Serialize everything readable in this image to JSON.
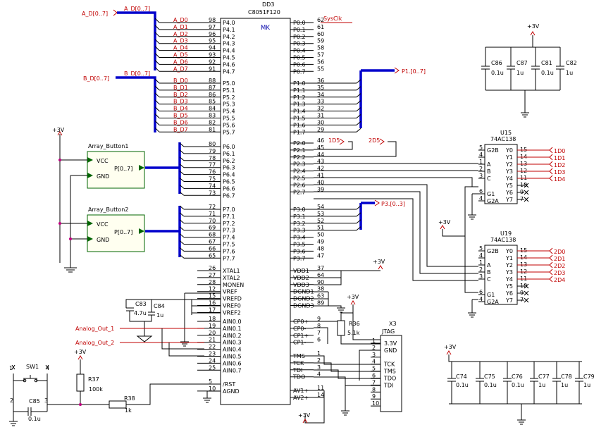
{
  "mcu": {
    "ref": "DD3",
    "part": "C8051F120",
    "mk": "MK",
    "left_pins": [
      [
        "P4.0",
        "98"
      ],
      [
        "P4.1",
        "97"
      ],
      [
        "P4.2",
        "96"
      ],
      [
        "P4.3",
        "95"
      ],
      [
        "P4.4",
        "94"
      ],
      [
        "P4.5",
        "93"
      ],
      [
        "P4.6",
        "92"
      ],
      [
        "P4.7",
        "91"
      ],
      [
        "P5.0",
        "88"
      ],
      [
        "P5.1",
        "87"
      ],
      [
        "P5.2",
        "86"
      ],
      [
        "P5.3",
        "85"
      ],
      [
        "P5.4",
        "84"
      ],
      [
        "P5.5",
        "83"
      ],
      [
        "P5.6",
        "82"
      ],
      [
        "P5.7",
        "81"
      ],
      [
        "P6.0",
        "80"
      ],
      [
        "P6.1",
        "79"
      ],
      [
        "P6.2",
        "78"
      ],
      [
        "P6.3",
        "77"
      ],
      [
        "P6.4",
        "76"
      ],
      [
        "P6.5",
        "75"
      ],
      [
        "P6.6",
        "74"
      ],
      [
        "P6.7",
        "73"
      ],
      [
        "P7.0",
        "72"
      ],
      [
        "P7.1",
        "71"
      ],
      [
        "P7.2",
        "70"
      ],
      [
        "P7.3",
        "69"
      ],
      [
        "P7.4",
        "68"
      ],
      [
        "P7.5",
        "67"
      ],
      [
        "P7.6",
        "66"
      ],
      [
        "P7.7",
        "65"
      ],
      [
        "XTAL1",
        "26"
      ],
      [
        "XTAL2",
        "27"
      ],
      [
        "MONEN",
        "28"
      ],
      [
        "VREF",
        "12"
      ],
      [
        "VREFD",
        "15"
      ],
      [
        "VREF0",
        "16"
      ],
      [
        "VREF2",
        "17"
      ],
      [
        "AIN0.0",
        "18"
      ],
      [
        "AIN0.1",
        "19"
      ],
      [
        "AIN0.2",
        "20"
      ],
      [
        "AIN0.3",
        "21"
      ],
      [
        "AIN0.4",
        "22"
      ],
      [
        "AIN0.5",
        "23"
      ],
      [
        "AIN0.6",
        "24"
      ],
      [
        "AIN0.7",
        "25"
      ],
      [
        "/RST",
        "5"
      ],
      [
        "AGND",
        "10"
      ]
    ],
    "right_pins": [
      [
        "P0.0",
        "62"
      ],
      [
        "P0.1",
        "61"
      ],
      [
        "P0.2",
        "60"
      ],
      [
        "P0.3",
        "59"
      ],
      [
        "P0.4",
        "58"
      ],
      [
        "P0.5",
        "57"
      ],
      [
        "P0.6",
        "56"
      ],
      [
        "P0.7",
        "55"
      ],
      [
        "P1.0",
        "36"
      ],
      [
        "P1.1",
        "35"
      ],
      [
        "P1.2",
        "34"
      ],
      [
        "P1.3",
        "33"
      ],
      [
        "P1.4",
        "32"
      ],
      [
        "P1.5",
        "31"
      ],
      [
        "P1.6",
        "30"
      ],
      [
        "P1.7",
        "29"
      ],
      [
        "P2.0",
        "46"
      ],
      [
        "P2.1",
        "45"
      ],
      [
        "P2.2",
        "44"
      ],
      [
        "P2.3",
        "43"
      ],
      [
        "P2.4",
        "42"
      ],
      [
        "P2.5",
        "41"
      ],
      [
        "P2.6",
        "40"
      ],
      [
        "P2.7",
        "39"
      ],
      [
        "P3.0",
        "54"
      ],
      [
        "P3.1",
        "53"
      ],
      [
        "P3.2",
        "52"
      ],
      [
        "P3.3",
        "51"
      ],
      [
        "P3.4",
        "50"
      ],
      [
        "P3.5",
        "49"
      ],
      [
        "P3.6",
        "48"
      ],
      [
        "P3.7",
        "47"
      ],
      [
        "VDD1",
        "37"
      ],
      [
        "VDD2",
        "64"
      ],
      [
        "VDD3",
        "90"
      ],
      [
        "DGND1",
        "38"
      ],
      [
        "DGND2",
        "63"
      ],
      [
        "DGND3",
        "89"
      ],
      [
        "CP0+",
        "9"
      ],
      [
        "CP0-",
        "8"
      ],
      [
        "CP1+",
        "7"
      ],
      [
        "CP1-",
        "6"
      ],
      [
        "TMS",
        "1"
      ],
      [
        "TCK",
        "2"
      ],
      [
        "TDI",
        "3"
      ],
      [
        "TDO",
        "4"
      ],
      [
        "AV1+",
        "11"
      ],
      [
        "AV2+",
        "14"
      ]
    ]
  },
  "nets": {
    "ad_bus": "A_D[0..7]",
    "bd_bus": "B_D[0..7]",
    "ad_pins": [
      "A_D0",
      "A_D1",
      "A_D2",
      "A_D3",
      "A_D4",
      "A_D5",
      "A_D6",
      "A_D7"
    ],
    "bd_pins": [
      "B_D0",
      "B_D1",
      "B_D2",
      "B_D3",
      "B_D4",
      "B_D5",
      "B_D6",
      "B_D7"
    ],
    "sysclk": "SysClk",
    "p1_port": "P1.[0..7]",
    "p3_port": "P3.[0..3]",
    "d1": "1D5",
    "d2": "2D5",
    "analog_out_1": "Analog_Out_1",
    "analog_out_2": "Analog_Out_2",
    "vcc": "+3V"
  },
  "buttons": [
    {
      "title": "Array_Button1",
      "vcc": "VCC",
      "gnd": "GND",
      "port": "P[0..7]"
    },
    {
      "title": "Array_Button2",
      "vcc": "VCC",
      "gnd": "GND",
      "port": "P[0..7]"
    }
  ],
  "decoders": [
    {
      "ref": "U15",
      "part": "74AC138",
      "inputs": [
        [
          "G2B",
          "5"
        ],
        [
          "",
          "4"
        ],
        [
          "A",
          "1"
        ],
        [
          "B",
          "2"
        ],
        [
          "C",
          "3"
        ],
        [
          "G1",
          "6"
        ],
        [
          "G2A",
          "4"
        ]
      ],
      "outputs": [
        [
          "Y0",
          "15"
        ],
        [
          "Y1",
          "14"
        ],
        [
          "Y2",
          "13"
        ],
        [
          "Y3",
          "12"
        ],
        [
          "Y4",
          "11"
        ],
        [
          "Y5",
          "10"
        ],
        [
          "Y6",
          "9"
        ],
        [
          "Y7",
          "7"
        ]
      ],
      "nets": [
        "1D0",
        "1D1",
        "1D2",
        "1D3",
        "1D4"
      ]
    },
    {
      "ref": "U19",
      "part": "74AC138",
      "inputs": [
        [
          "G2B",
          "5"
        ],
        [
          "",
          "4"
        ],
        [
          "A",
          "1"
        ],
        [
          "B",
          "2"
        ],
        [
          "C",
          "3"
        ],
        [
          "G1",
          "6"
        ],
        [
          "G2A",
          "4"
        ]
      ],
      "outputs": [
        [
          "Y0",
          "15"
        ],
        [
          "Y1",
          "14"
        ],
        [
          "Y2",
          "13"
        ],
        [
          "Y3",
          "12"
        ],
        [
          "Y4",
          "11"
        ],
        [
          "Y5",
          "10"
        ],
        [
          "Y6",
          "9"
        ],
        [
          "Y7",
          "7"
        ]
      ],
      "nets": [
        "2D0",
        "2D1",
        "2D2",
        "2D3",
        "2D4"
      ]
    }
  ],
  "caps_top": [
    {
      "ref": "C86",
      "val": "0.1u"
    },
    {
      "ref": "C87",
      "val": "1u"
    },
    {
      "ref": "C81",
      "val": "0.1u"
    },
    {
      "ref": "C82",
      "val": "1u"
    }
  ],
  "caps_bottom": [
    {
      "ref": "C74",
      "val": "0.1u"
    },
    {
      "ref": "C75",
      "val": "0.1u"
    },
    {
      "ref": "C76",
      "val": "0.1u"
    },
    {
      "ref": "C77",
      "val": "1u"
    },
    {
      "ref": "C78",
      "val": "1u"
    },
    {
      "ref": "C79",
      "val": "1u"
    }
  ],
  "vref_caps": [
    {
      "ref": "C83",
      "val": "4.7u"
    },
    {
      "ref": "C84",
      "val": "1u"
    }
  ],
  "reset": {
    "sw": "SW1",
    "sw_pins": [
      "1",
      "2",
      "3",
      "4"
    ],
    "c85": "C85",
    "c85_val": "0.1u",
    "r37": "R37",
    "r37_val": "100k",
    "r38": "R38",
    "r38_val": "1k"
  },
  "r36": {
    "ref": "R36",
    "val": "5.1k"
  },
  "jtag": {
    "ref": "X3",
    "name": "JTAG",
    "pins": [
      [
        "3.3V",
        "1"
      ],
      [
        "GND",
        "2"
      ],
      [
        "",
        "3"
      ],
      [
        "TCK",
        "4"
      ],
      [
        "TMS",
        "5"
      ],
      [
        "TDO",
        "6"
      ],
      [
        "TDI",
        "7"
      ],
      [
        "",
        "8"
      ],
      [
        "",
        "9"
      ],
      [
        "",
        "10"
      ]
    ]
  }
}
